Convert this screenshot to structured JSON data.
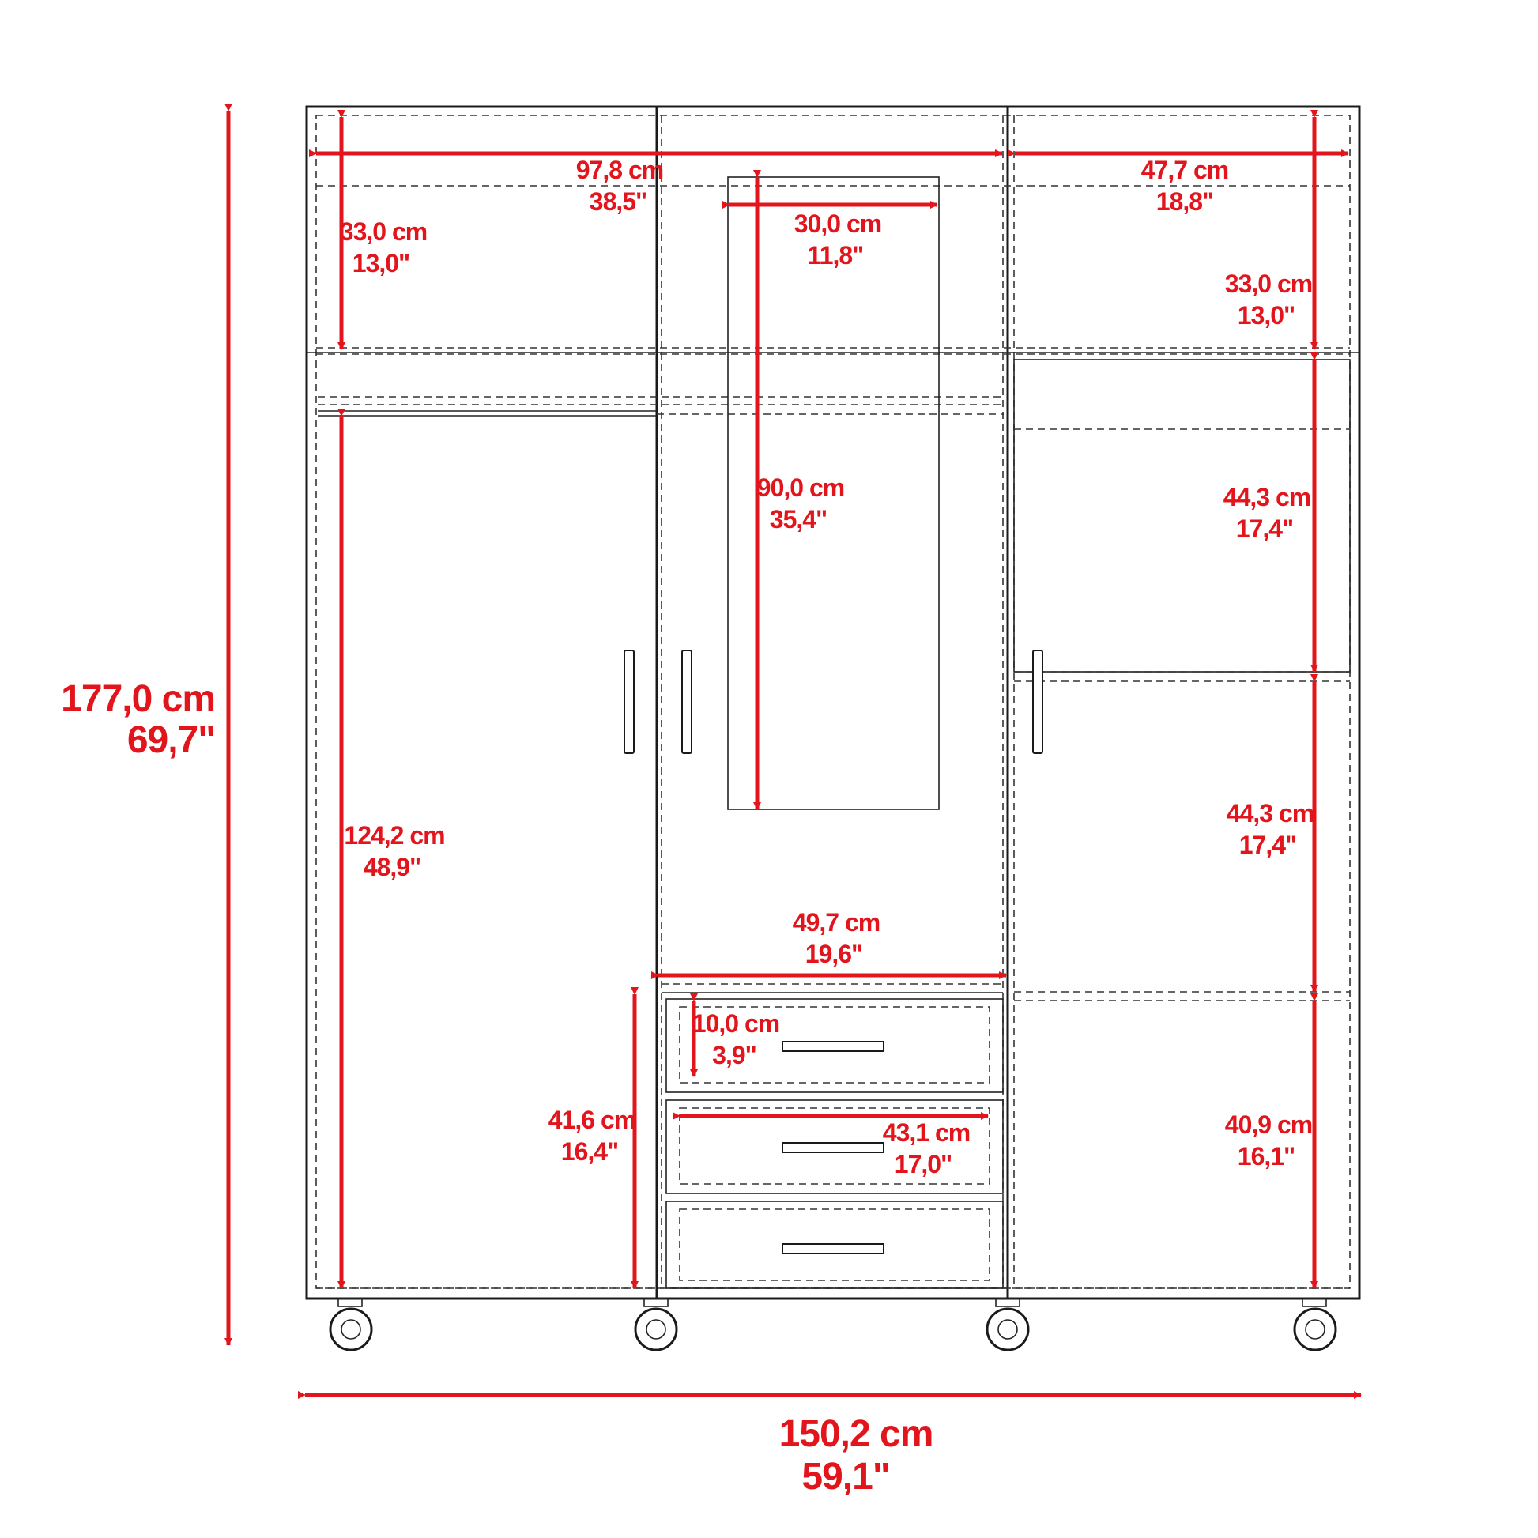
{
  "dimensions": {
    "overall_height": {
      "cm": "177,0 cm",
      "in": "69,7\""
    },
    "overall_width": {
      "cm": "150,2 cm",
      "in": "59,1\""
    },
    "left_section_width": {
      "cm": "97,8 cm",
      "in": "38,5\""
    },
    "right_section_width": {
      "cm": "47,7 cm",
      "in": "18,8\""
    },
    "mirror_width": {
      "cm": "30,0 cm",
      "in": "11,8\""
    },
    "mirror_height": {
      "cm": "90,0 cm",
      "in": "35,4\""
    },
    "left_top_shelf": {
      "cm": "33,0 cm",
      "in": "13,0\""
    },
    "right_top_shelf": {
      "cm": "33,0 cm",
      "in": "13,0\""
    },
    "hanging_space": {
      "cm": "124,2 cm",
      "in": "48,9\""
    },
    "right_shelf_1": {
      "cm": "44,3 cm",
      "in": "17,4\""
    },
    "right_shelf_2": {
      "cm": "44,3 cm",
      "in": "17,4\""
    },
    "right_bottom": {
      "cm": "40,9 cm",
      "in": "16,1\""
    },
    "middle_width": {
      "cm": "49,7 cm",
      "in": "19,6\""
    },
    "drawer_height": {
      "cm": "10,0 cm",
      "in": "3,9\""
    },
    "drawer_width": {
      "cm": "43,1 cm",
      "in": "17,0\""
    },
    "drawer_stack": {
      "cm": "41,6 cm",
      "in": "16,4\""
    }
  },
  "colors": {
    "dimension_red": "#e2151c",
    "outline": "#1a1a1a"
  }
}
